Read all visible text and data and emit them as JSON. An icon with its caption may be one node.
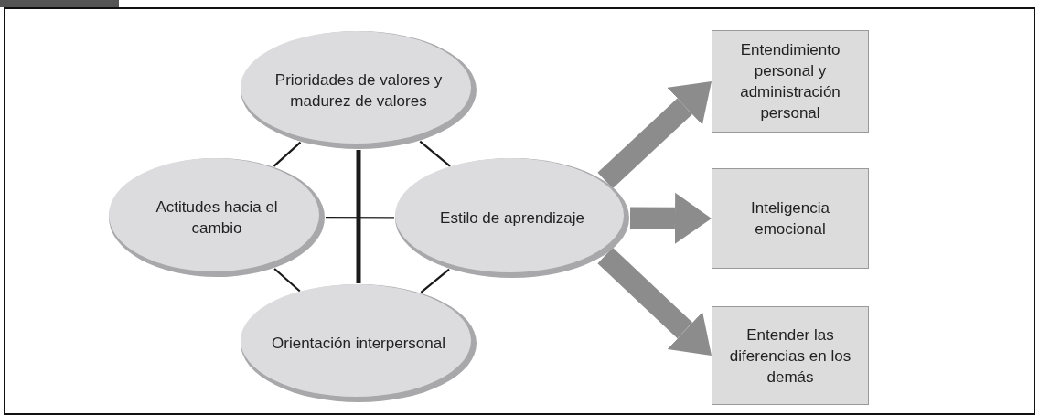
{
  "diagram": {
    "nodes": [
      {
        "text": [
          "Prioridades de valores y madurez de valores"
        ]
      },
      {
        "text": [
          "Actitudes hacia el cambio"
        ]
      },
      {
        "text": [
          "Estilo de aprendizaje"
        ]
      },
      {
        "text": [
          "Orientación interpersonal"
        ]
      },
      {
        "text": [
          "Entendimiento personal y administración personal"
        ]
      },
      {
        "text": [
          "Inteligencia emocional"
        ]
      },
      {
        "text": [
          "Entender las diferencias en los demás"
        ]
      }
    ],
    "edges": [
      {
        "from": 0,
        "to": 1,
        "arrow": "none"
      },
      {
        "from": 0,
        "to": 2,
        "arrow": "none"
      },
      {
        "from": 0,
        "to": 3,
        "arrow": "none",
        "style": "thick"
      },
      {
        "from": 1,
        "to": 2,
        "arrow": "none"
      },
      {
        "from": 1,
        "to": 3,
        "arrow": "none"
      },
      {
        "from": 2,
        "to": 3,
        "arrow": "none"
      },
      {
        "from": 2,
        "to": 4,
        "arrow": "to",
        "style": "thick",
        "color": "#8c8c8c"
      },
      {
        "from": 2,
        "to": 5,
        "arrow": "to",
        "style": "thick",
        "color": "#8c8c8c"
      },
      {
        "from": 2,
        "to": 6,
        "arrow": "to",
        "style": "thick",
        "color": "#8c8c8c"
      }
    ]
  }
}
